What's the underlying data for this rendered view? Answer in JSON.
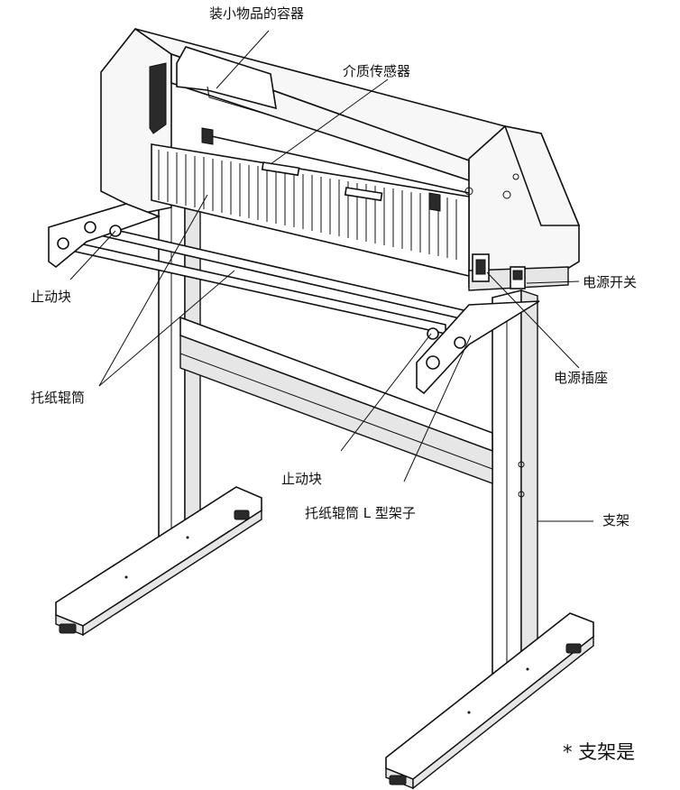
{
  "labels": {
    "container": "装小物品的容器",
    "media_sensor": "介质传感器",
    "power_switch": "电源开关",
    "stopper_left": "止动块",
    "stock_rollers": "托纸辊筒",
    "power_inlet": "电源插座",
    "stopper_center": "止动块",
    "roller_bracket": "托纸辊筒 L 型架子",
    "stand": "支架"
  },
  "footnote": "* 支架是"
}
